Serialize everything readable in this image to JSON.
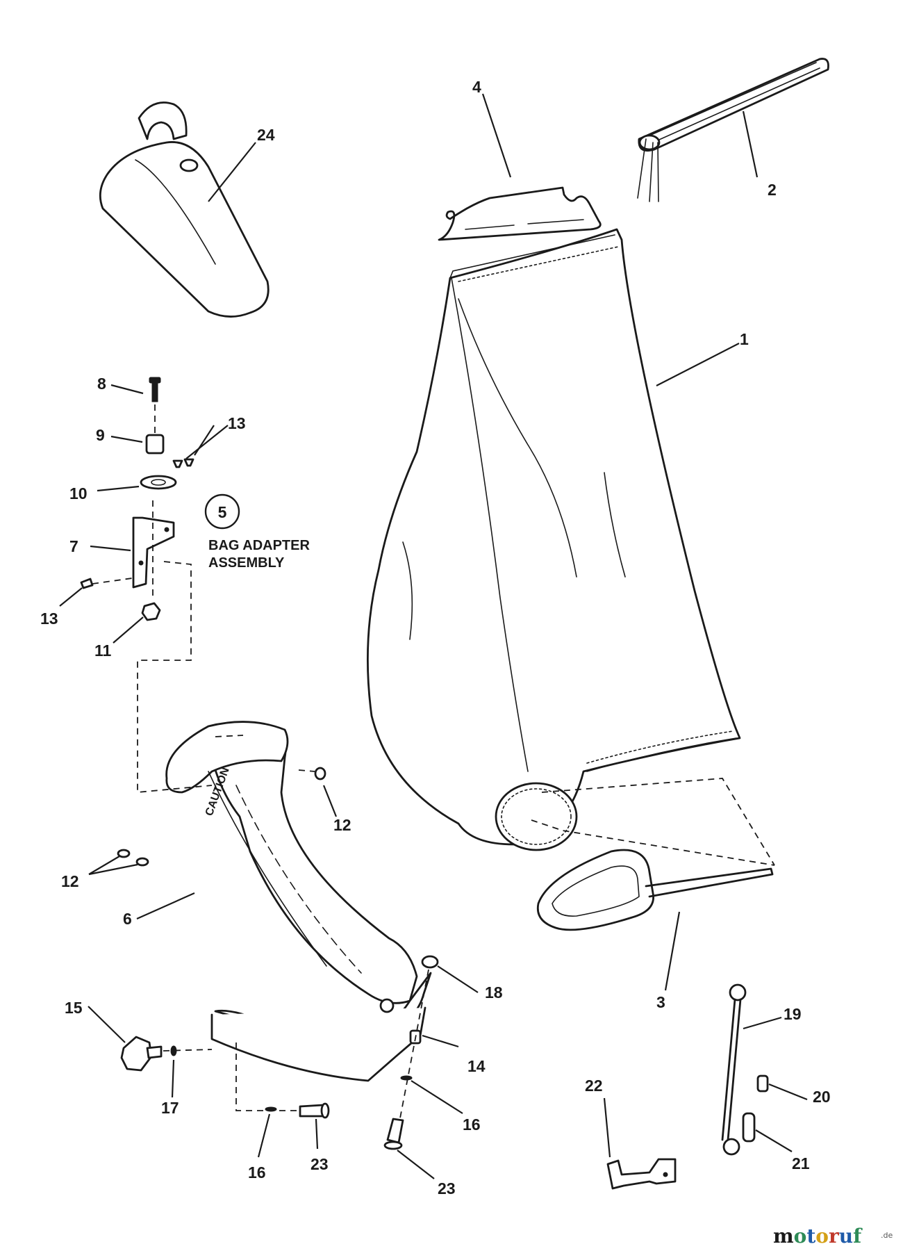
{
  "callouts": {
    "c1": "1",
    "c2": "2",
    "c3": "3",
    "c4": "4",
    "c5": "5",
    "c6": "6",
    "c7": "7",
    "c8": "8",
    "c9": "9",
    "c10": "10",
    "c11": "11",
    "c12a": "12",
    "c12b": "12",
    "c13a": "13",
    "c13b": "13",
    "c14": "14",
    "c15": "15",
    "c16a": "16",
    "c16b": "16",
    "c17": "17",
    "c18": "18",
    "c19": "19",
    "c20": "20",
    "c21": "21",
    "c22": "22",
    "c23a": "23",
    "c23b": "23",
    "c24": "24"
  },
  "assembly_caption": {
    "line1": "BAG ADAPTER",
    "line2": "ASSEMBLY"
  },
  "chute_stamp": "CAUTION",
  "watermark": {
    "brand_letters": [
      "m",
      "o",
      "t",
      "o",
      "r",
      "u",
      "f"
    ],
    "brand_colors": [
      "#1a1a1a",
      "#2e8b57",
      "#1e5aa8",
      "#d4a017",
      "#c0392b",
      "#1e5aa8",
      "#2e8b57"
    ],
    "suffix": ".de"
  }
}
